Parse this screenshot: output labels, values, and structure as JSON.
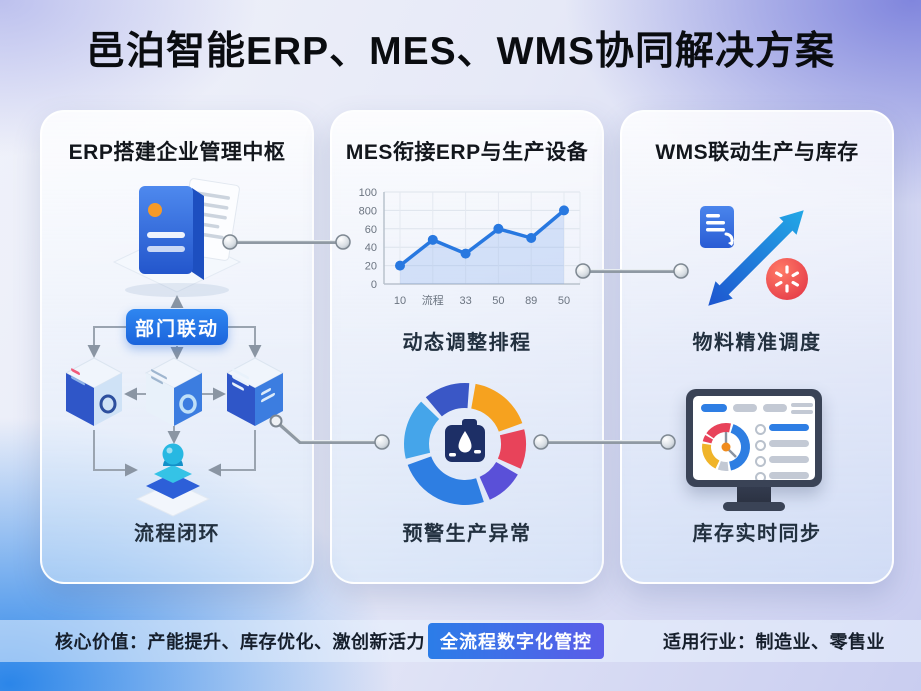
{
  "title": "邑泊智能ERP、MES、WMS协同解决方案",
  "colors": {
    "accent_blue": "#1f6fe0",
    "button_blue": "#1b64dc",
    "line_blue": "#2878e0",
    "alert_red": "#e84350",
    "chip_gradient_start": "#2b7de8",
    "chip_gradient_end": "#5b5ce8"
  },
  "panels": {
    "erp": {
      "header": "ERP搭建企业管理中枢",
      "hub_button_label": "部门联动",
      "caption": "流程闭环"
    },
    "mes": {
      "header": "MES衔接ERP与生产设备",
      "chart_caption": "动态调整排程",
      "donut_caption": "预警生产异常"
    },
    "wms": {
      "header": "WMS联动生产与库存",
      "top_caption": "物料精准调度",
      "bottom_caption": "库存实时同步"
    }
  },
  "footer": {
    "core_value_label": "核心价值：",
    "core_value_items": "产能提升、库存优化、激创新活力",
    "core_value_chip": "全流程数字化管控",
    "industry_label": "适用行业：",
    "industry_items": "制造业、零售业"
  },
  "icons": {
    "erp_top": "ledger-documents-3d",
    "erp_nodes": "server-cubes-3d",
    "erp_person": "operator-avatar-3d",
    "mes_center": "container-droplet",
    "wms_exchange": "double-diagonal-arrow",
    "wms_doc": "transfer-document",
    "wms_alert": "alert-burst-badge",
    "wms_monitor": "dashboard-monitor",
    "connectors": "rod-with-ball-ends"
  },
  "chart_data": [
    {
      "type": "line",
      "title": "动态调整排程",
      "x_tick_labels": [
        "10",
        "流程",
        "33",
        "50",
        "89",
        "50"
      ],
      "y_tick_labels": [
        "100",
        "800",
        "60",
        "40",
        "20",
        "0"
      ],
      "values": [
        20,
        48,
        33,
        60,
        50,
        80
      ],
      "ylim": [
        0,
        100
      ],
      "xlabel": "",
      "ylabel": "",
      "grid": true,
      "legend": "none",
      "line_color": "#2878e0",
      "area_fill": "rgba(118,164,236,0.25)"
    },
    {
      "type": "donut",
      "title": "预警生产异常",
      "segments": [
        {
          "name": "orange",
          "color": "#f6a21f",
          "from": 10,
          "to": 70
        },
        {
          "name": "red",
          "color": "#e8435a",
          "from": 76,
          "to": 114
        },
        {
          "name": "purple",
          "color": "#5a50d8",
          "from": 120,
          "to": 156
        },
        {
          "name": "blue",
          "color": "#2e7ee2",
          "from": 162,
          "to": 250
        },
        {
          "name": "light-blue",
          "color": "#45a5ea",
          "from": 256,
          "to": 314
        },
        {
          "name": "indigo",
          "color": "#3a57c6",
          "from": 320,
          "to": 364
        }
      ]
    },
    {
      "type": "donut",
      "title": "monitor-gauge",
      "segments": [
        {
          "name": "red",
          "color": "#e8435a",
          "from": -55,
          "to": 12
        },
        {
          "name": "blue",
          "color": "#2e7ee2",
          "from": 18,
          "to": 168
        },
        {
          "name": "gray",
          "color": "#c3c9d4",
          "from": 174,
          "to": 200
        },
        {
          "name": "yellow",
          "color": "#f0b429",
          "from": 206,
          "to": 278
        },
        {
          "name": "red-sliver",
          "color": "#e8435a",
          "from": 284,
          "to": 300
        }
      ]
    }
  ]
}
